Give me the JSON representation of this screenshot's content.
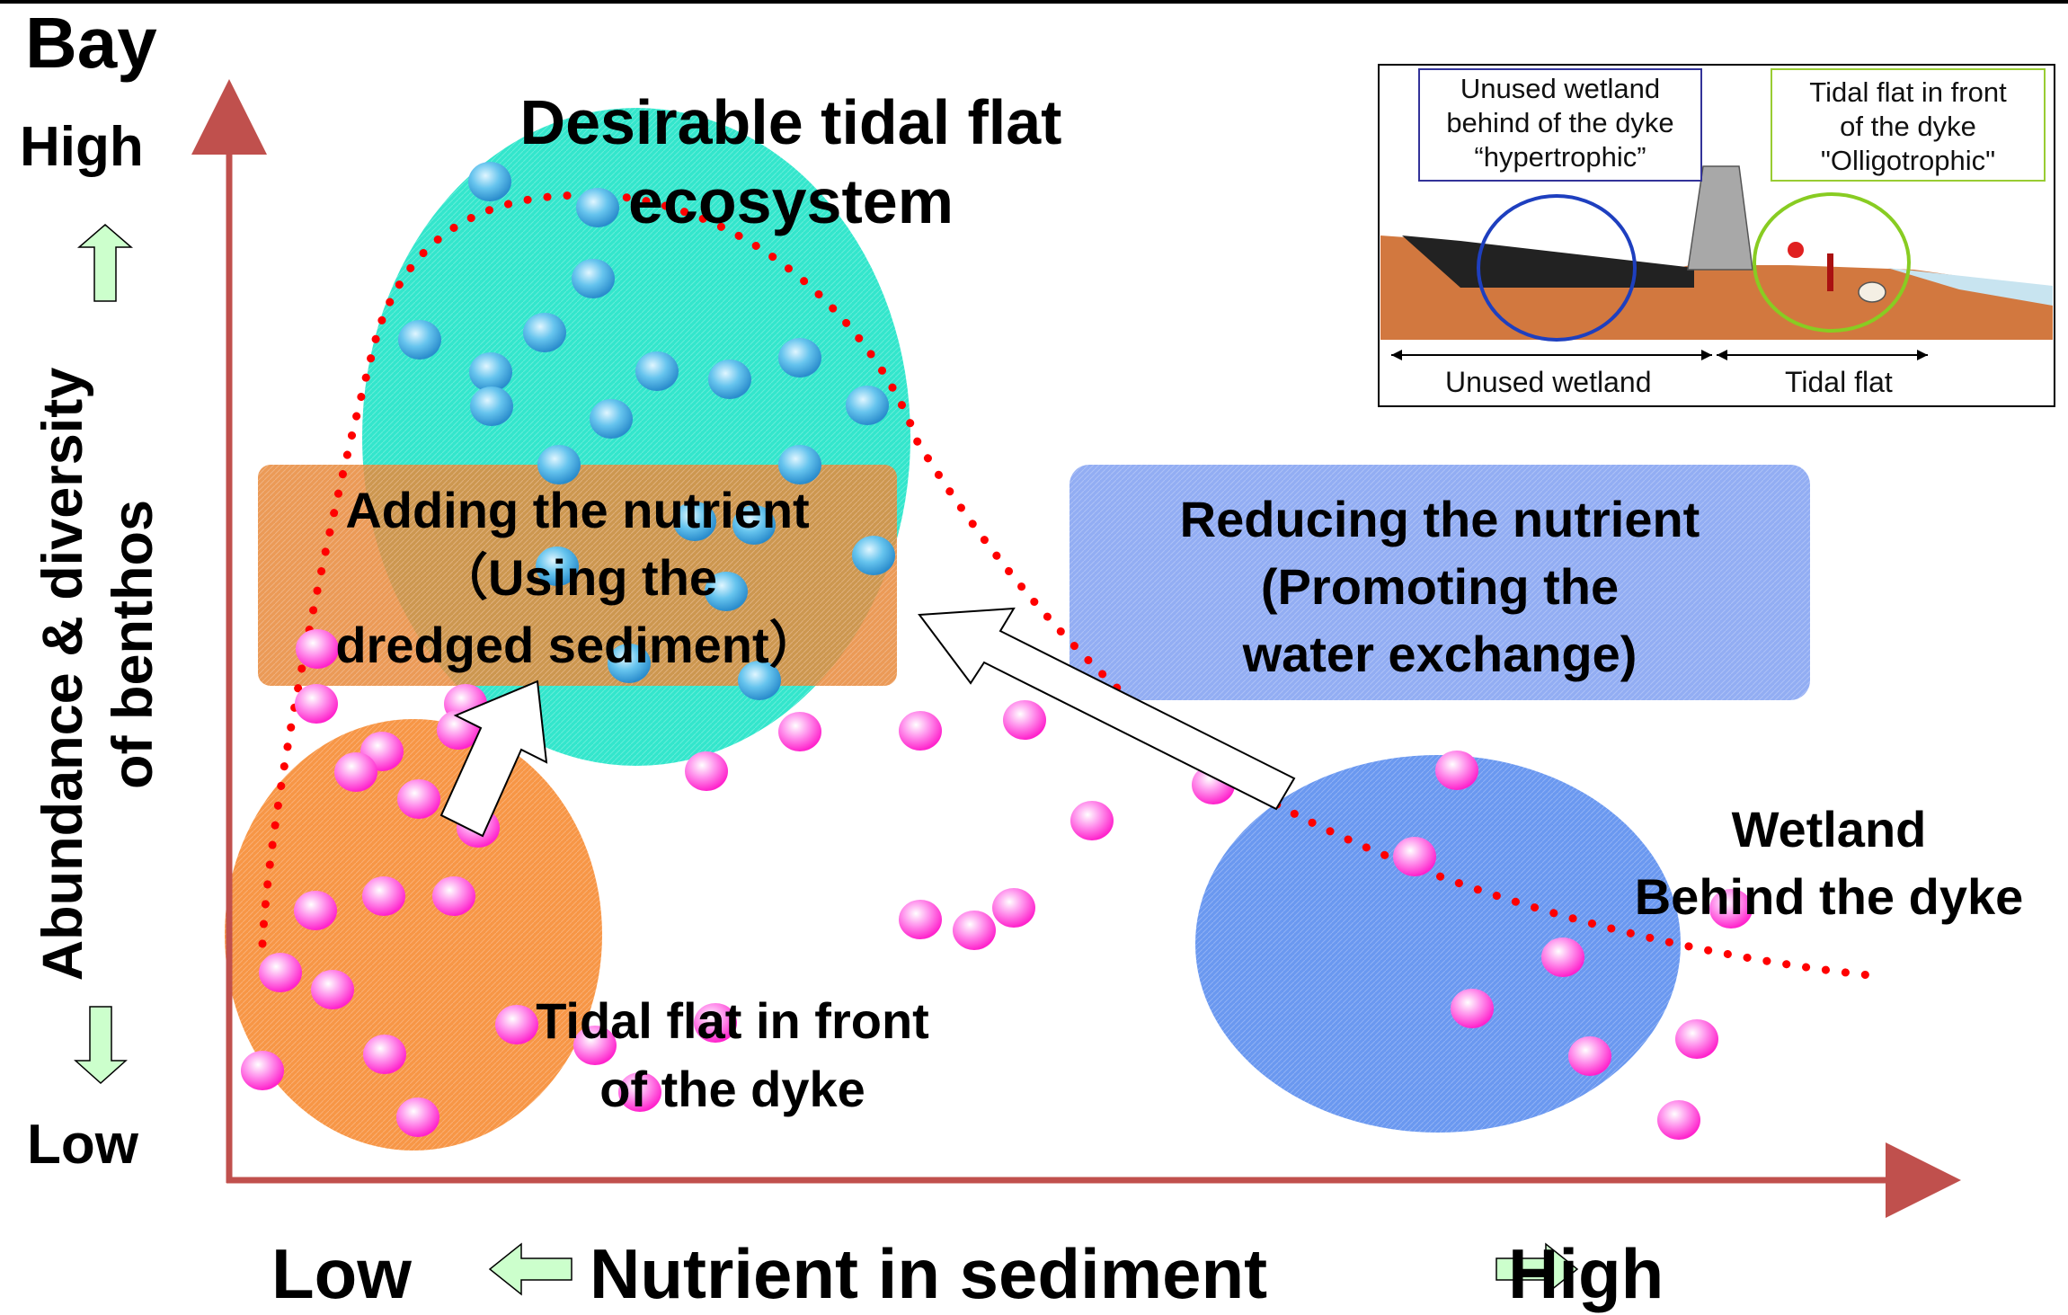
{
  "corner_label": "Bay",
  "y_axis": {
    "title_line1": "Abundance  &  diversity",
    "title_line2": "of  benthos",
    "high": "High",
    "low": "Low"
  },
  "x_axis": {
    "title": "Nutrient in sediment",
    "low": "Low",
    "high": "High"
  },
  "ellipses": {
    "desirable": {
      "line1": "Desirable tidal flat",
      "line2": "ecosystem"
    },
    "tidal_flat": {
      "line1": "Tidal flat in front",
      "line2": "of the dyke"
    },
    "wetland": {
      "line1": "Wetland",
      "line2": "Behind the dyke"
    }
  },
  "boxes": {
    "adding": {
      "line1": "Adding the nutrient",
      "line2": "（Using the",
      "line3": "dredged sediment）"
    },
    "reducing": {
      "line1": "Reducing the nutrient",
      "line2": "(Promoting the",
      "line3": "water exchange)"
    }
  },
  "inset": {
    "unused_box": {
      "line1": "Unused wetland",
      "line2": "behind of the dyke",
      "line3": "“hypertrophic”"
    },
    "tidal_box": {
      "line1": "Tidal flat in front",
      "line2": "of the dyke",
      "line3": "\"Olligotrophic\""
    },
    "bottom_left": "Unused wetland",
    "bottom_right": "Tidal flat"
  },
  "colors": {
    "axis": "#c0504d",
    "dotted_curve": "#ff0000",
    "desirable_ellipse": "#33e6cc",
    "tidal_ellipse": "#f79646",
    "wetland_ellipse": "#6495ed",
    "adding_box": "#e8883a",
    "reducing_box": "#7b9aef",
    "pink_ball": "#ff33cc",
    "blue_ball": "#33aadd",
    "arrow_green": "#ccffcc"
  }
}
